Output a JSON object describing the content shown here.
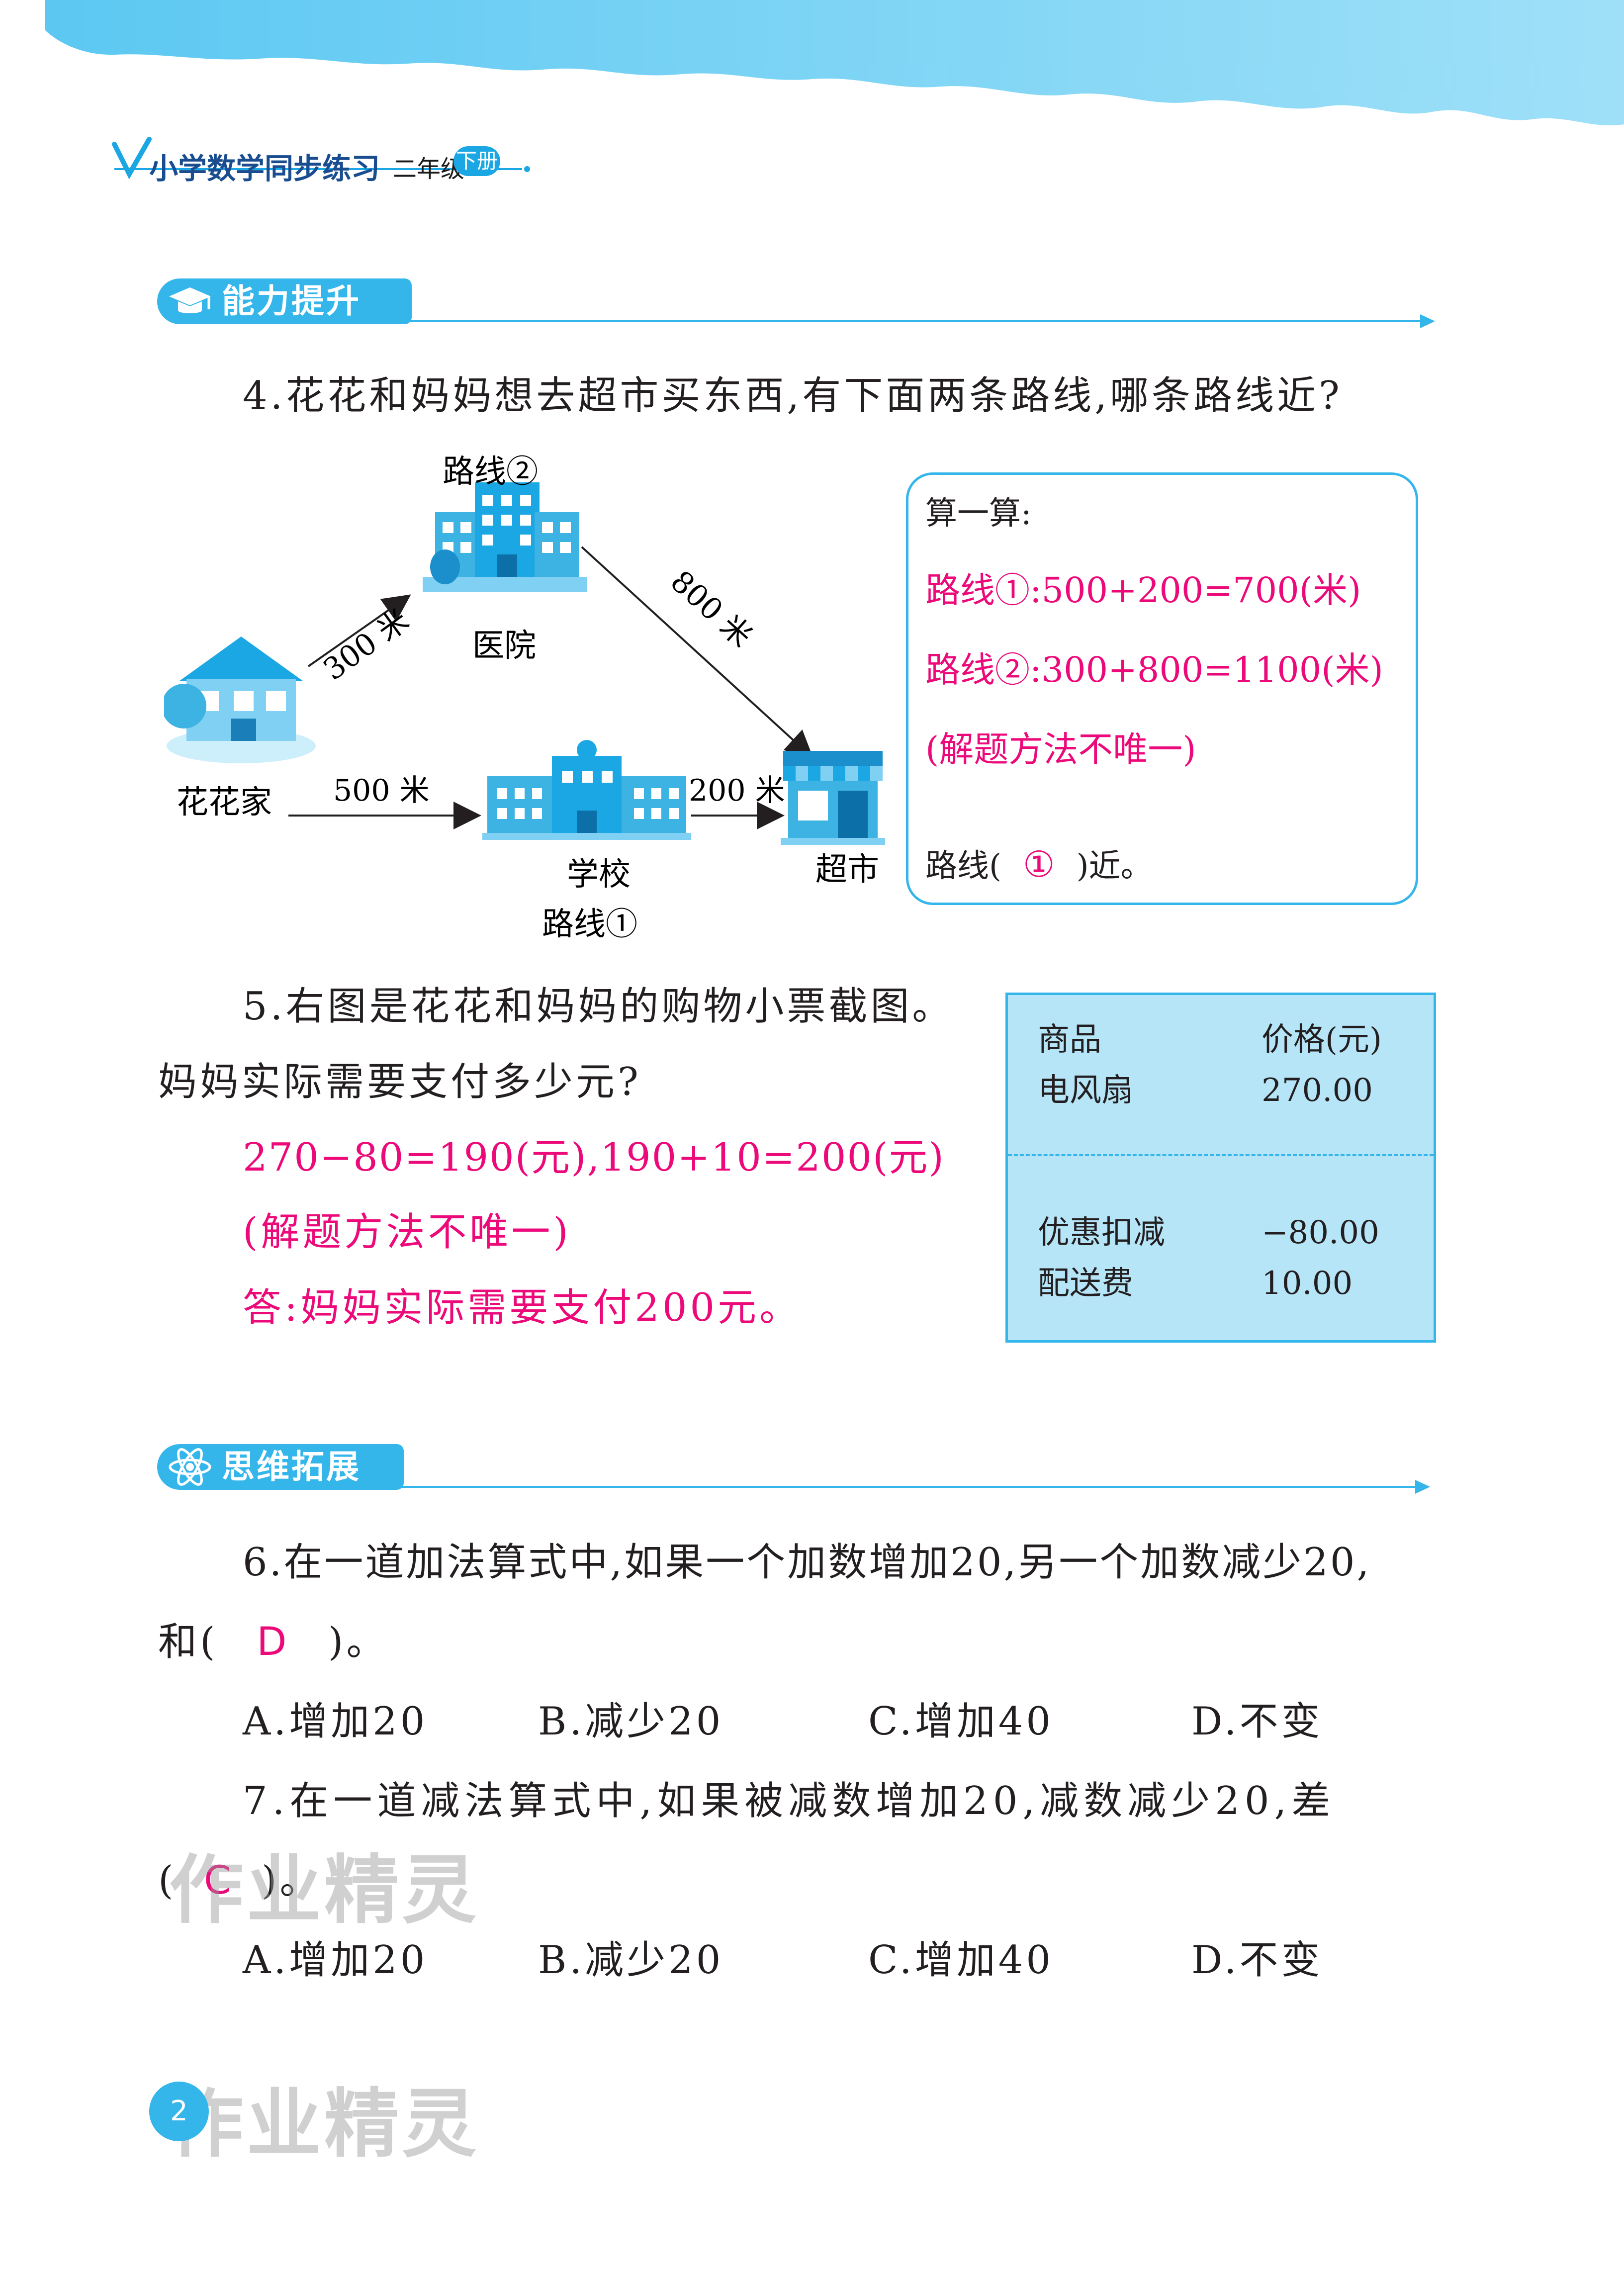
{
  "header": {
    "title": "小学数学同步练习",
    "grade": "二年级",
    "term": "下册"
  },
  "section_ability": {
    "title": "能力提升"
  },
  "section_thinking": {
    "title": "思维拓展"
  },
  "q4": {
    "question": "4.花花和妈妈想去超市买东西,有下面两条路线,哪条路线近?",
    "map": {
      "route2_label": "路线②",
      "hospital": "医院",
      "home": "花花家",
      "school": "学校",
      "route1_label": "路线①",
      "supermarket": "超市",
      "dist_home_hospital": "300 米",
      "dist_hospital_market": "800 米",
      "dist_home_school": "500 米",
      "dist_school_market": "200 米"
    },
    "calc": {
      "heading": "算一算:",
      "line1": "路线①:500+200=700(米)",
      "line2": "路线②:300+800=1100(米)",
      "note": "(解题方法不唯一)",
      "conclusion_prefix": "路线(",
      "answer": "①",
      "conclusion_suffix": ")近。"
    }
  },
  "q5": {
    "question_line1": "5.右图是花花和妈妈的购物小票截图。",
    "question_line2": "妈妈实际需要支付多少元?",
    "answer_line1": "270−80=190(元),190+10=200(元)",
    "answer_note": "(解题方法不唯一)",
    "answer_final": "答:妈妈实际需要支付200元。",
    "receipt": {
      "col_item": "商品",
      "col_price": "价格(元)",
      "rows_top": [
        {
          "item": "电风扇",
          "price": "270.00"
        }
      ],
      "rows_bottom": [
        {
          "item": "优惠扣减",
          "price": "−80.00"
        },
        {
          "item": "配送费",
          "price": "10.00"
        }
      ]
    }
  },
  "q6": {
    "question_line1": "6.在一道加法算式中,如果一个加数增加20,另一个加数减少20,",
    "prefix": "和(",
    "answer": "D",
    "suffix": ")。",
    "options": [
      "A.增加20",
      "B.减少20",
      "C.增加40",
      "D.不变"
    ]
  },
  "q7": {
    "question_line1": "7.在一道减法算式中,如果被减数增加20,减数减少20,差",
    "prefix": "(",
    "answer": "C",
    "suffix": ")。",
    "options": [
      "A.增加20",
      "B.减少20",
      "C.增加40",
      "D.不变"
    ]
  },
  "watermark": "作业精灵",
  "page_number": "2",
  "colors": {
    "accent_blue": "#35b6ea",
    "answer_pink": "#ec0a7a",
    "receipt_fill": "#b6e5f8"
  }
}
